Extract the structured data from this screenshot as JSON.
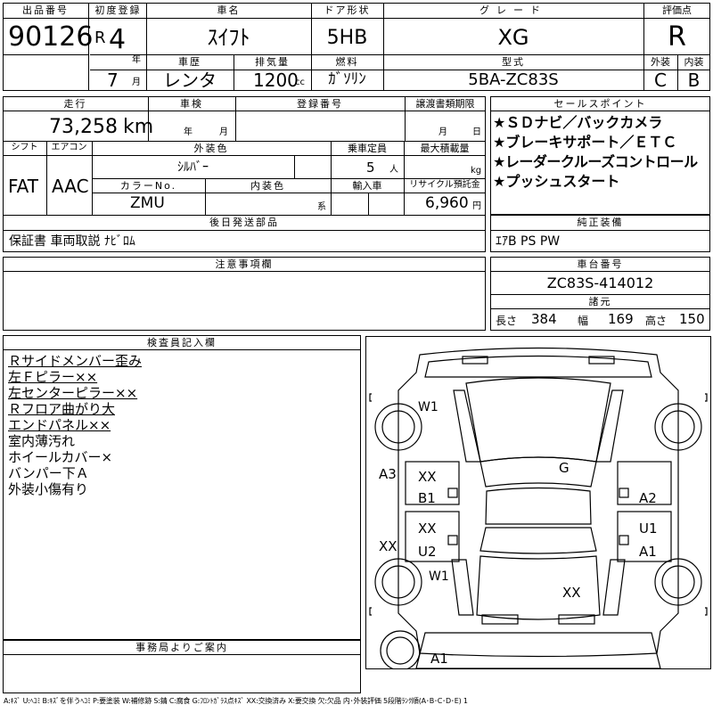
{
  "header": {
    "lot_number_label": "出品番号",
    "lot_number": "90126",
    "first_reg_label": "初度登録",
    "era": "R",
    "year": "4",
    "year_unit": "年",
    "month": "7",
    "month_unit": "月",
    "car_name_label": "車名",
    "car_name": "ｽｲﾌﾄ",
    "history_label": "車歴",
    "history": "レンタ",
    "displacement_label": "排気量",
    "displacement": "1200",
    "displacement_unit": "cc",
    "door_label": "ドア形状",
    "door": "5HB",
    "fuel_label": "燃料",
    "fuel": "ｶﾞｿﾘﾝ",
    "grade_label": "グレード",
    "grade": "XG",
    "model_label": "型式",
    "model": "5BA-ZC83S",
    "score_label": "評価点",
    "score": "R",
    "exterior_label": "外装",
    "exterior": "C",
    "interior_label": "内装",
    "interior": "B"
  },
  "row2": {
    "mileage_label": "走行",
    "mileage": "73,258",
    "mileage_unit": "km",
    "inspection_label": "車検",
    "inspection_year_unit": "年",
    "inspection_month_unit": "月",
    "reg_no_label": "登録番号",
    "transfer_label": "譲渡書類期限",
    "transfer_month_unit": "月",
    "transfer_day_unit": "日",
    "shift_label": "シフト",
    "shift": "FAT",
    "ac_label": "エアコン",
    "ac": "AAC",
    "ext_color_label": "外装色",
    "ext_color": "ｼﾙﾊﾞｰ",
    "capacity_label": "乗車定員",
    "capacity": "5",
    "capacity_unit": "人",
    "max_load_label": "最大積載量",
    "max_load_unit": "kg",
    "color_no_label": "カラーNo.",
    "color_no": "ZMU",
    "int_color_label": "内装色",
    "int_color_unit": "系",
    "import_label": "輸入車",
    "recycle_label": "リサイクル預託金",
    "recycle": "6,960",
    "recycle_unit": "円",
    "later_parts_label": "後日発送部品",
    "later_parts": "保証書 車両取説 ﾅﾋﾞﾛﾑ"
  },
  "sales_points": {
    "label": "セールスポイント",
    "items": [
      "★ＳＤナビ／バックカメラ",
      "★ブレーキサポート／ＥＴＣ",
      "★レーダークルーズコントロール",
      "★プッシュスタート"
    ]
  },
  "equipment": {
    "label": "純正装備",
    "value": "ｴｱB PS PW"
  },
  "notes": {
    "label": "注意事項欄"
  },
  "chassis": {
    "label": "車台番号",
    "value": "ZC83S-414012",
    "dims_label": "諸元",
    "length_label": "長さ",
    "length": "384",
    "width_label": "幅",
    "width": "169",
    "height_label": "高さ",
    "height": "150"
  },
  "inspector": {
    "label": "検査員記入欄",
    "lines": [
      "Ｒサイドメンバー歪み",
      "左Ｆピラー××",
      "左センターピラー××",
      "Ｒフロア曲がり大",
      "エンドパネル××",
      "室内薄汚れ",
      "ホイールカバー×",
      "バンパー下Ａ",
      "外装小傷有り"
    ]
  },
  "office": {
    "label": "事務局よりご案内"
  },
  "diagram_marks": {
    "w1_top": "W1",
    "g": "G",
    "a3": "A3",
    "xx_left_door_1": "XX",
    "b1": "B1",
    "xx_left_door_2": "XX",
    "u2": "U2",
    "xx_left": "XX",
    "w1_bottom": "W1",
    "a2": "A2",
    "u1": "U1",
    "a1_right": "A1",
    "xx_rear": "XX",
    "a1_bottom": "A1"
  },
  "legend": "A:ｷｽﾞ U:ﾍｺﾐ B:ｷｽﾞを伴うﾍｺﾐ P:要塗装 W:補修跡 S:錆 C:腐食 G:ﾌﾛﾝﾄｶﾞﾗｽ点ｷｽﾞ XX:交換済み X:要交換 欠:欠品 内･外装評価 5段階ﾗﾝｸ順(A･B･C･D･E) 1"
}
